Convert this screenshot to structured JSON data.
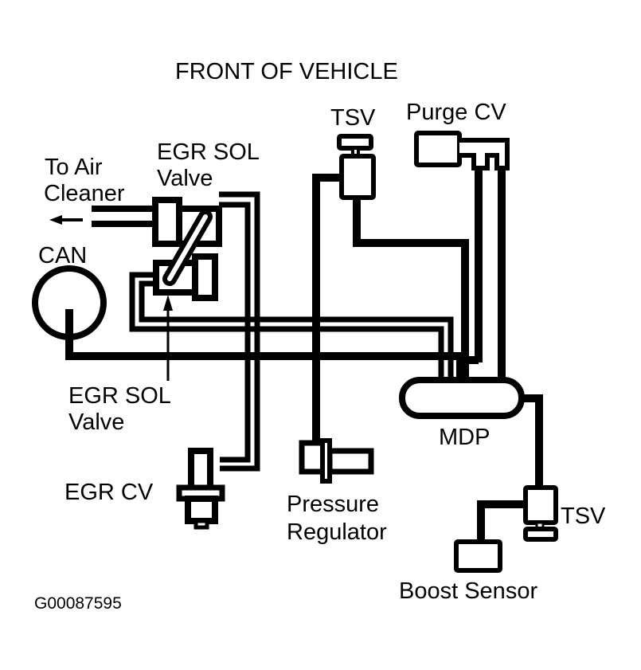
{
  "diagram": {
    "title": "FRONT OF VEHICLE",
    "figure_id": "G00087595",
    "colors": {
      "ink": "#000000",
      "background": "#ffffff"
    },
    "labels": {
      "to_air_cleaner": [
        "To Air",
        "Cleaner"
      ],
      "egr_sol_valve_upper": [
        "EGR SOL",
        "Valve"
      ],
      "egr_sol_valve_lower": [
        "EGR SOL",
        "Valve"
      ],
      "can": "CAN",
      "tsv_top": "TSV",
      "purge_cv": "Purge CV",
      "mdp": "MDP",
      "egr_cv": "EGR CV",
      "pressure_regulator": [
        "Pressure",
        "Regulator"
      ],
      "tsv_bottom": "TSV",
      "boost_sensor": "Boost Sensor"
    },
    "components": [
      {
        "id": "can",
        "name": "Canister"
      },
      {
        "id": "egr-sol-valve-upper",
        "name": "EGR SOL Valve"
      },
      {
        "id": "egr-sol-valve-lower",
        "name": "EGR SOL Valve"
      },
      {
        "id": "tsv-top",
        "name": "TSV"
      },
      {
        "id": "purge-cv",
        "name": "Purge CV"
      },
      {
        "id": "mdp",
        "name": "MDP"
      },
      {
        "id": "egr-cv",
        "name": "EGR CV"
      },
      {
        "id": "pressure-regulator",
        "name": "Pressure Regulator"
      },
      {
        "id": "tsv-bottom",
        "name": "TSV"
      },
      {
        "id": "boost-sensor",
        "name": "Boost Sensor"
      }
    ]
  }
}
